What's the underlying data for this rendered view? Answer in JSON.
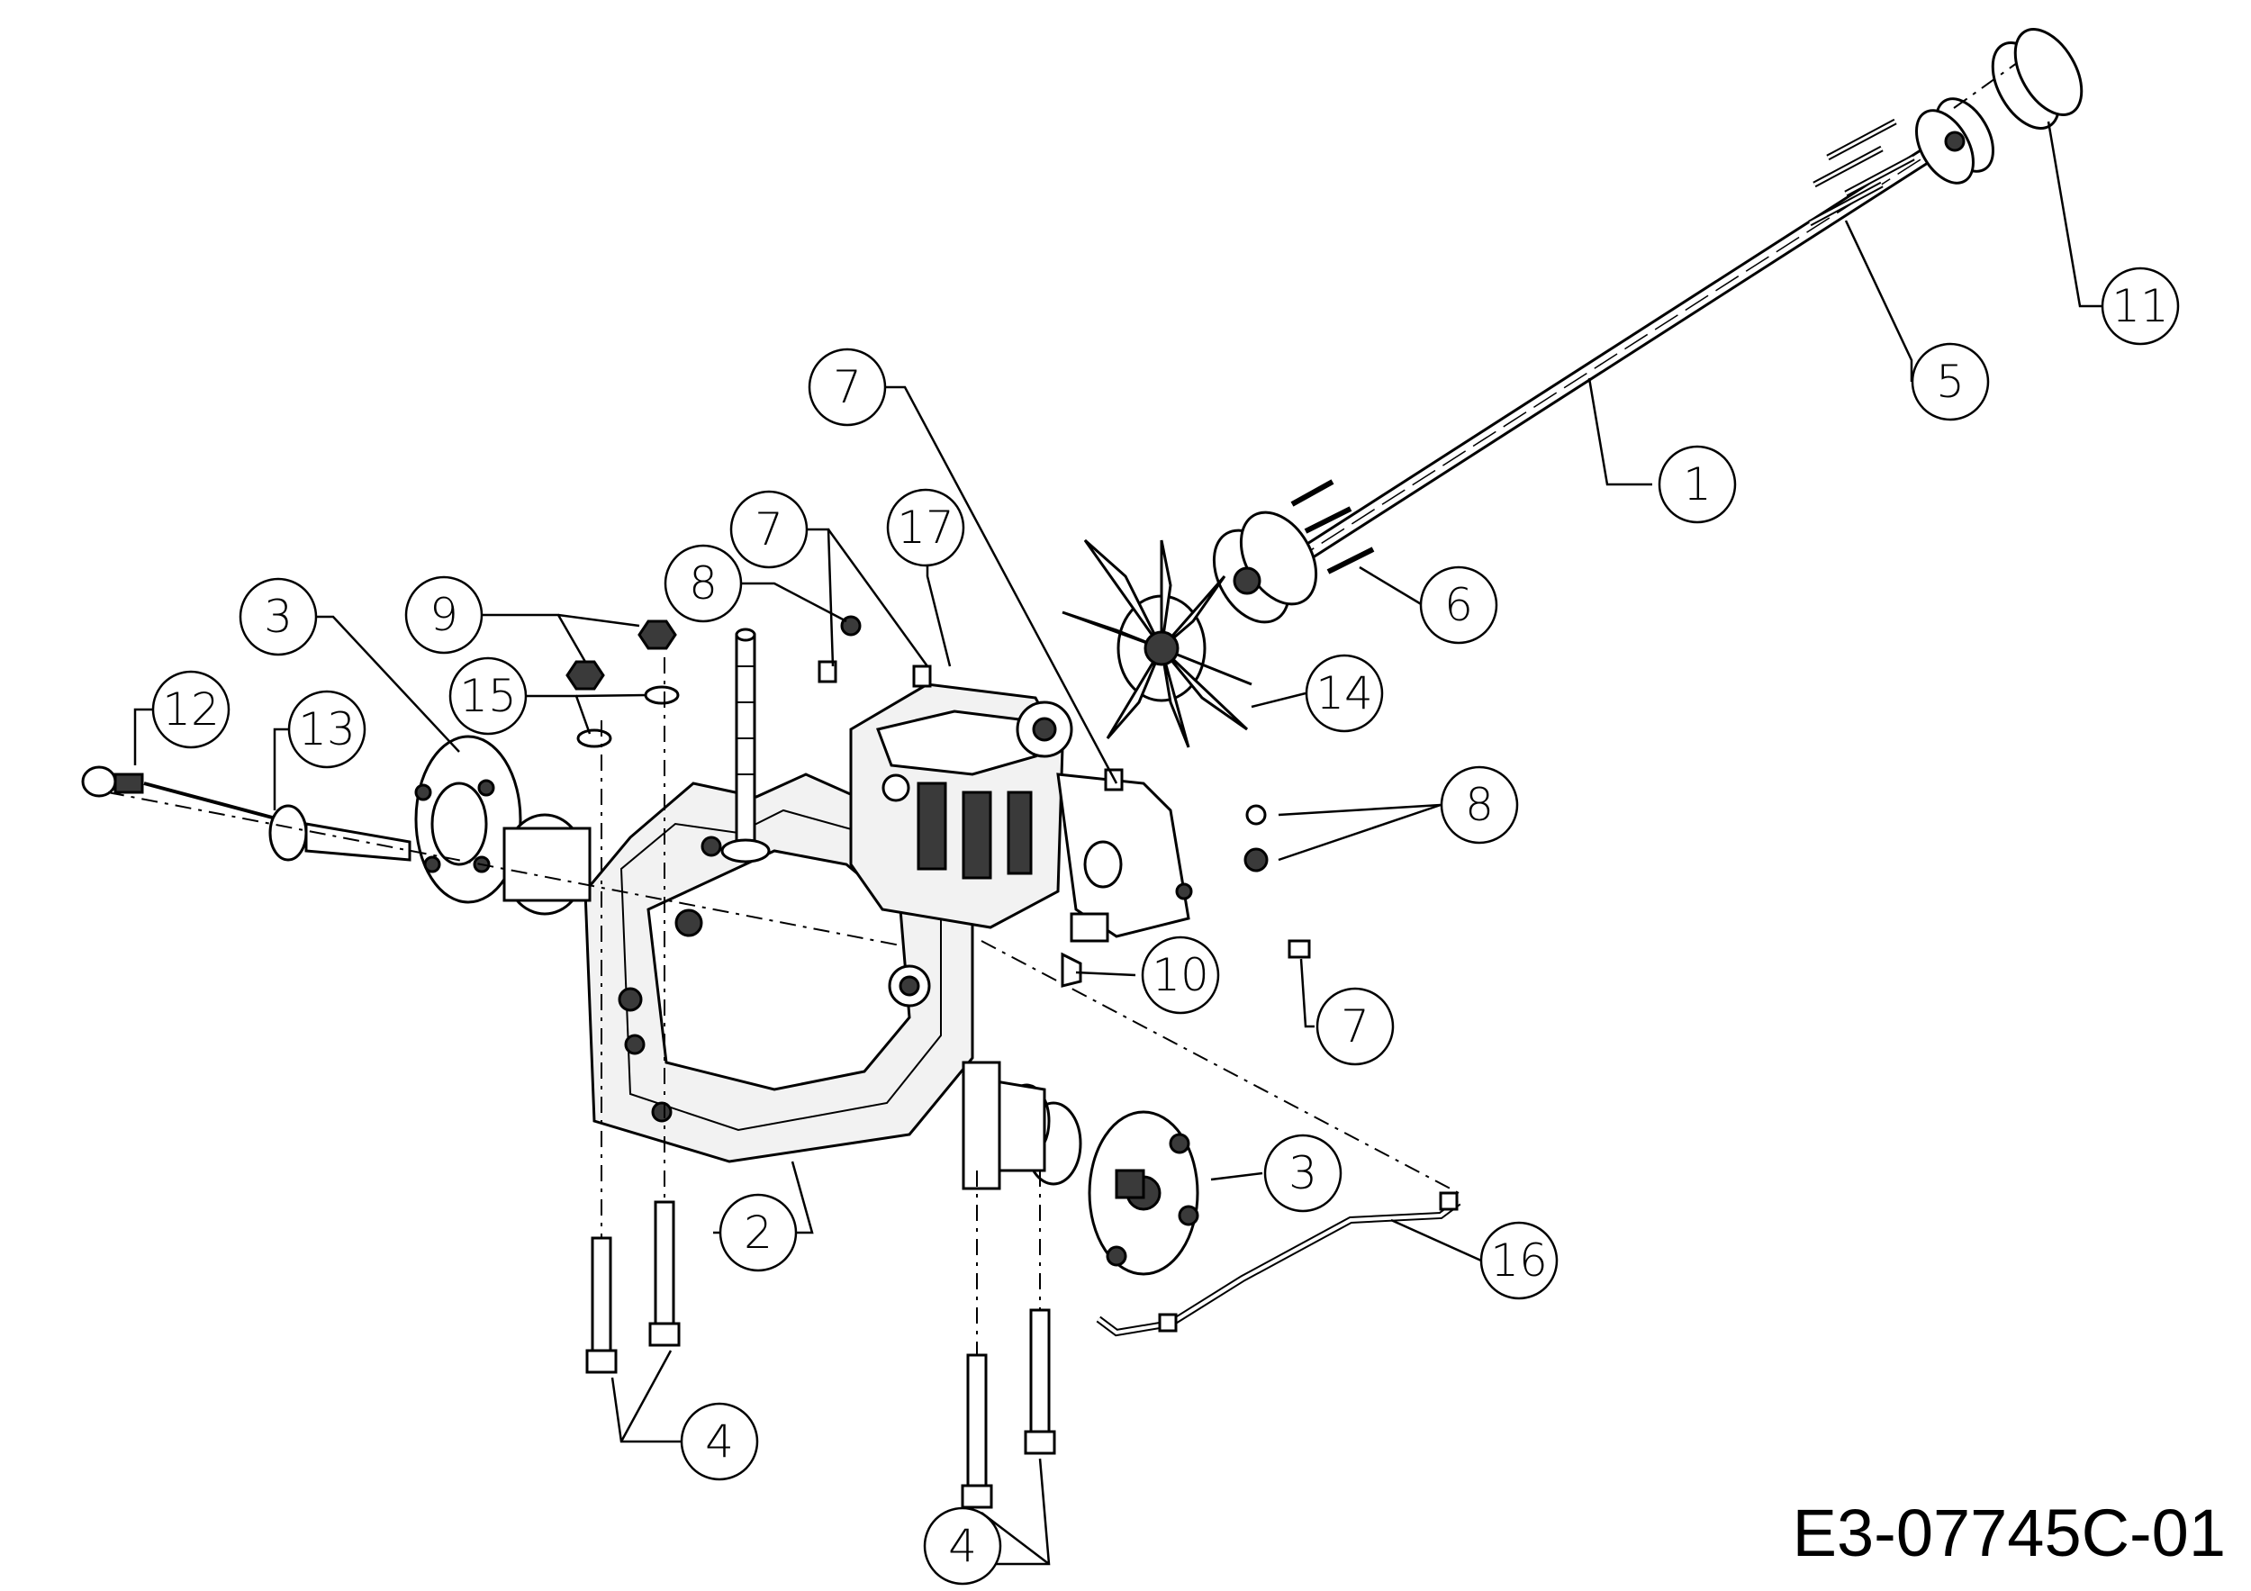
{
  "diagram": {
    "drawing_code": "E3-07745C-01",
    "callouts": [
      {
        "id": "c1",
        "label": "1"
      },
      {
        "id": "c2",
        "label": "2"
      },
      {
        "id": "c3a",
        "label": "3"
      },
      {
        "id": "c3b",
        "label": "3"
      },
      {
        "id": "c4a",
        "label": "4"
      },
      {
        "id": "c4b",
        "label": "4"
      },
      {
        "id": "c5",
        "label": "5"
      },
      {
        "id": "c6",
        "label": "6"
      },
      {
        "id": "c7a",
        "label": "7"
      },
      {
        "id": "c7b",
        "label": "7"
      },
      {
        "id": "c7c",
        "label": "7"
      },
      {
        "id": "c8a",
        "label": "8"
      },
      {
        "id": "c8b",
        "label": "8"
      },
      {
        "id": "c9",
        "label": "9"
      },
      {
        "id": "c10",
        "label": "10"
      },
      {
        "id": "c11",
        "label": "11"
      },
      {
        "id": "c12",
        "label": "12"
      },
      {
        "id": "c13",
        "label": "13"
      },
      {
        "id": "c14",
        "label": "14"
      },
      {
        "id": "c15",
        "label": "15"
      },
      {
        "id": "c16",
        "label": "16"
      },
      {
        "id": "c17",
        "label": "17"
      }
    ]
  }
}
